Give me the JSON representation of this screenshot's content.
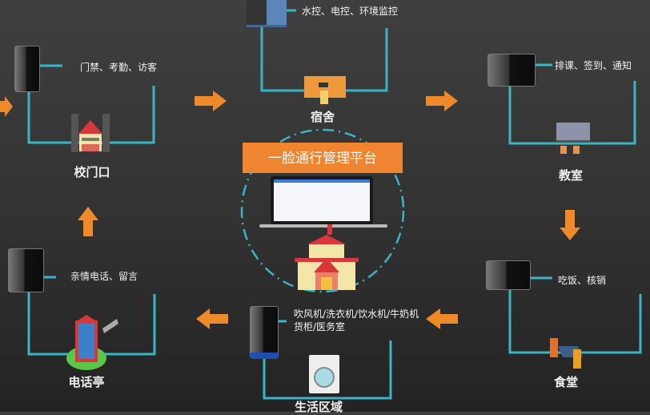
{
  "platform_title": "一脸通行管理平台",
  "nodes": {
    "gate": {
      "label": "校门口",
      "functions": "门禁、考勤、访客"
    },
    "dorm": {
      "label": "宿舍",
      "functions": "水控、电控、环境监控"
    },
    "classroom": {
      "label": "教室",
      "functions": "排课、签到、通知"
    },
    "canteen": {
      "label": "食堂",
      "functions": "吃饭、核销"
    },
    "living": {
      "label": "生活区域",
      "functions_line1": "吹风机/洗衣机/饮水机/牛奶机",
      "functions_line2": "货柜/医务室"
    },
    "phone": {
      "label": "电话亭",
      "functions": "亲情电话、留言"
    }
  },
  "colors": {
    "line": "#3bb4c4",
    "arrow": "#ef8a2a",
    "banner": "#ef8431"
  }
}
